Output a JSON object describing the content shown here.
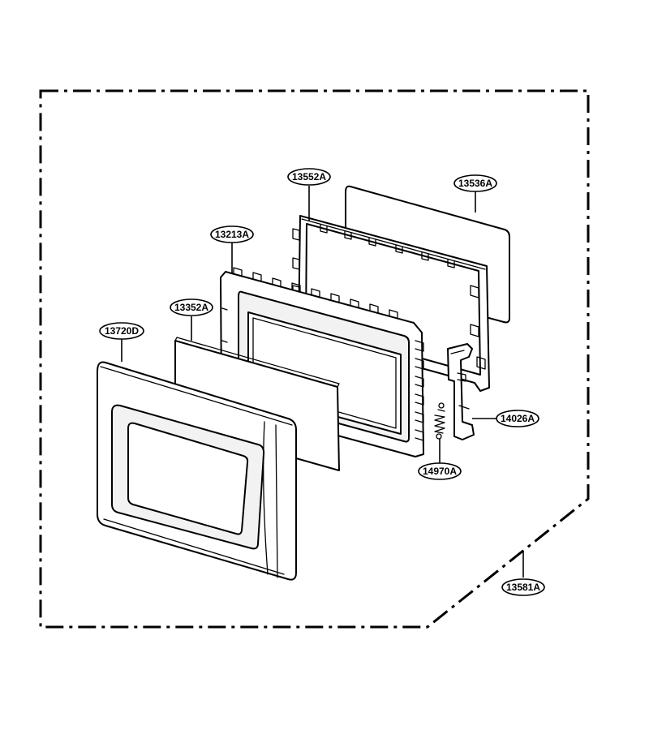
{
  "parts": [
    {
      "id": "door_assembly",
      "label": "13581A"
    },
    {
      "id": "door_frame",
      "label": "13552A"
    },
    {
      "id": "door_screen",
      "label": "13536A"
    },
    {
      "id": "door_panel",
      "label": "13213A"
    },
    {
      "id": "door_glass",
      "label": "13352A"
    },
    {
      "id": "door_choke",
      "label": "13720D"
    },
    {
      "id": "latch_key",
      "label": "14026A"
    },
    {
      "id": "latch_spring",
      "label": "14970A"
    }
  ]
}
